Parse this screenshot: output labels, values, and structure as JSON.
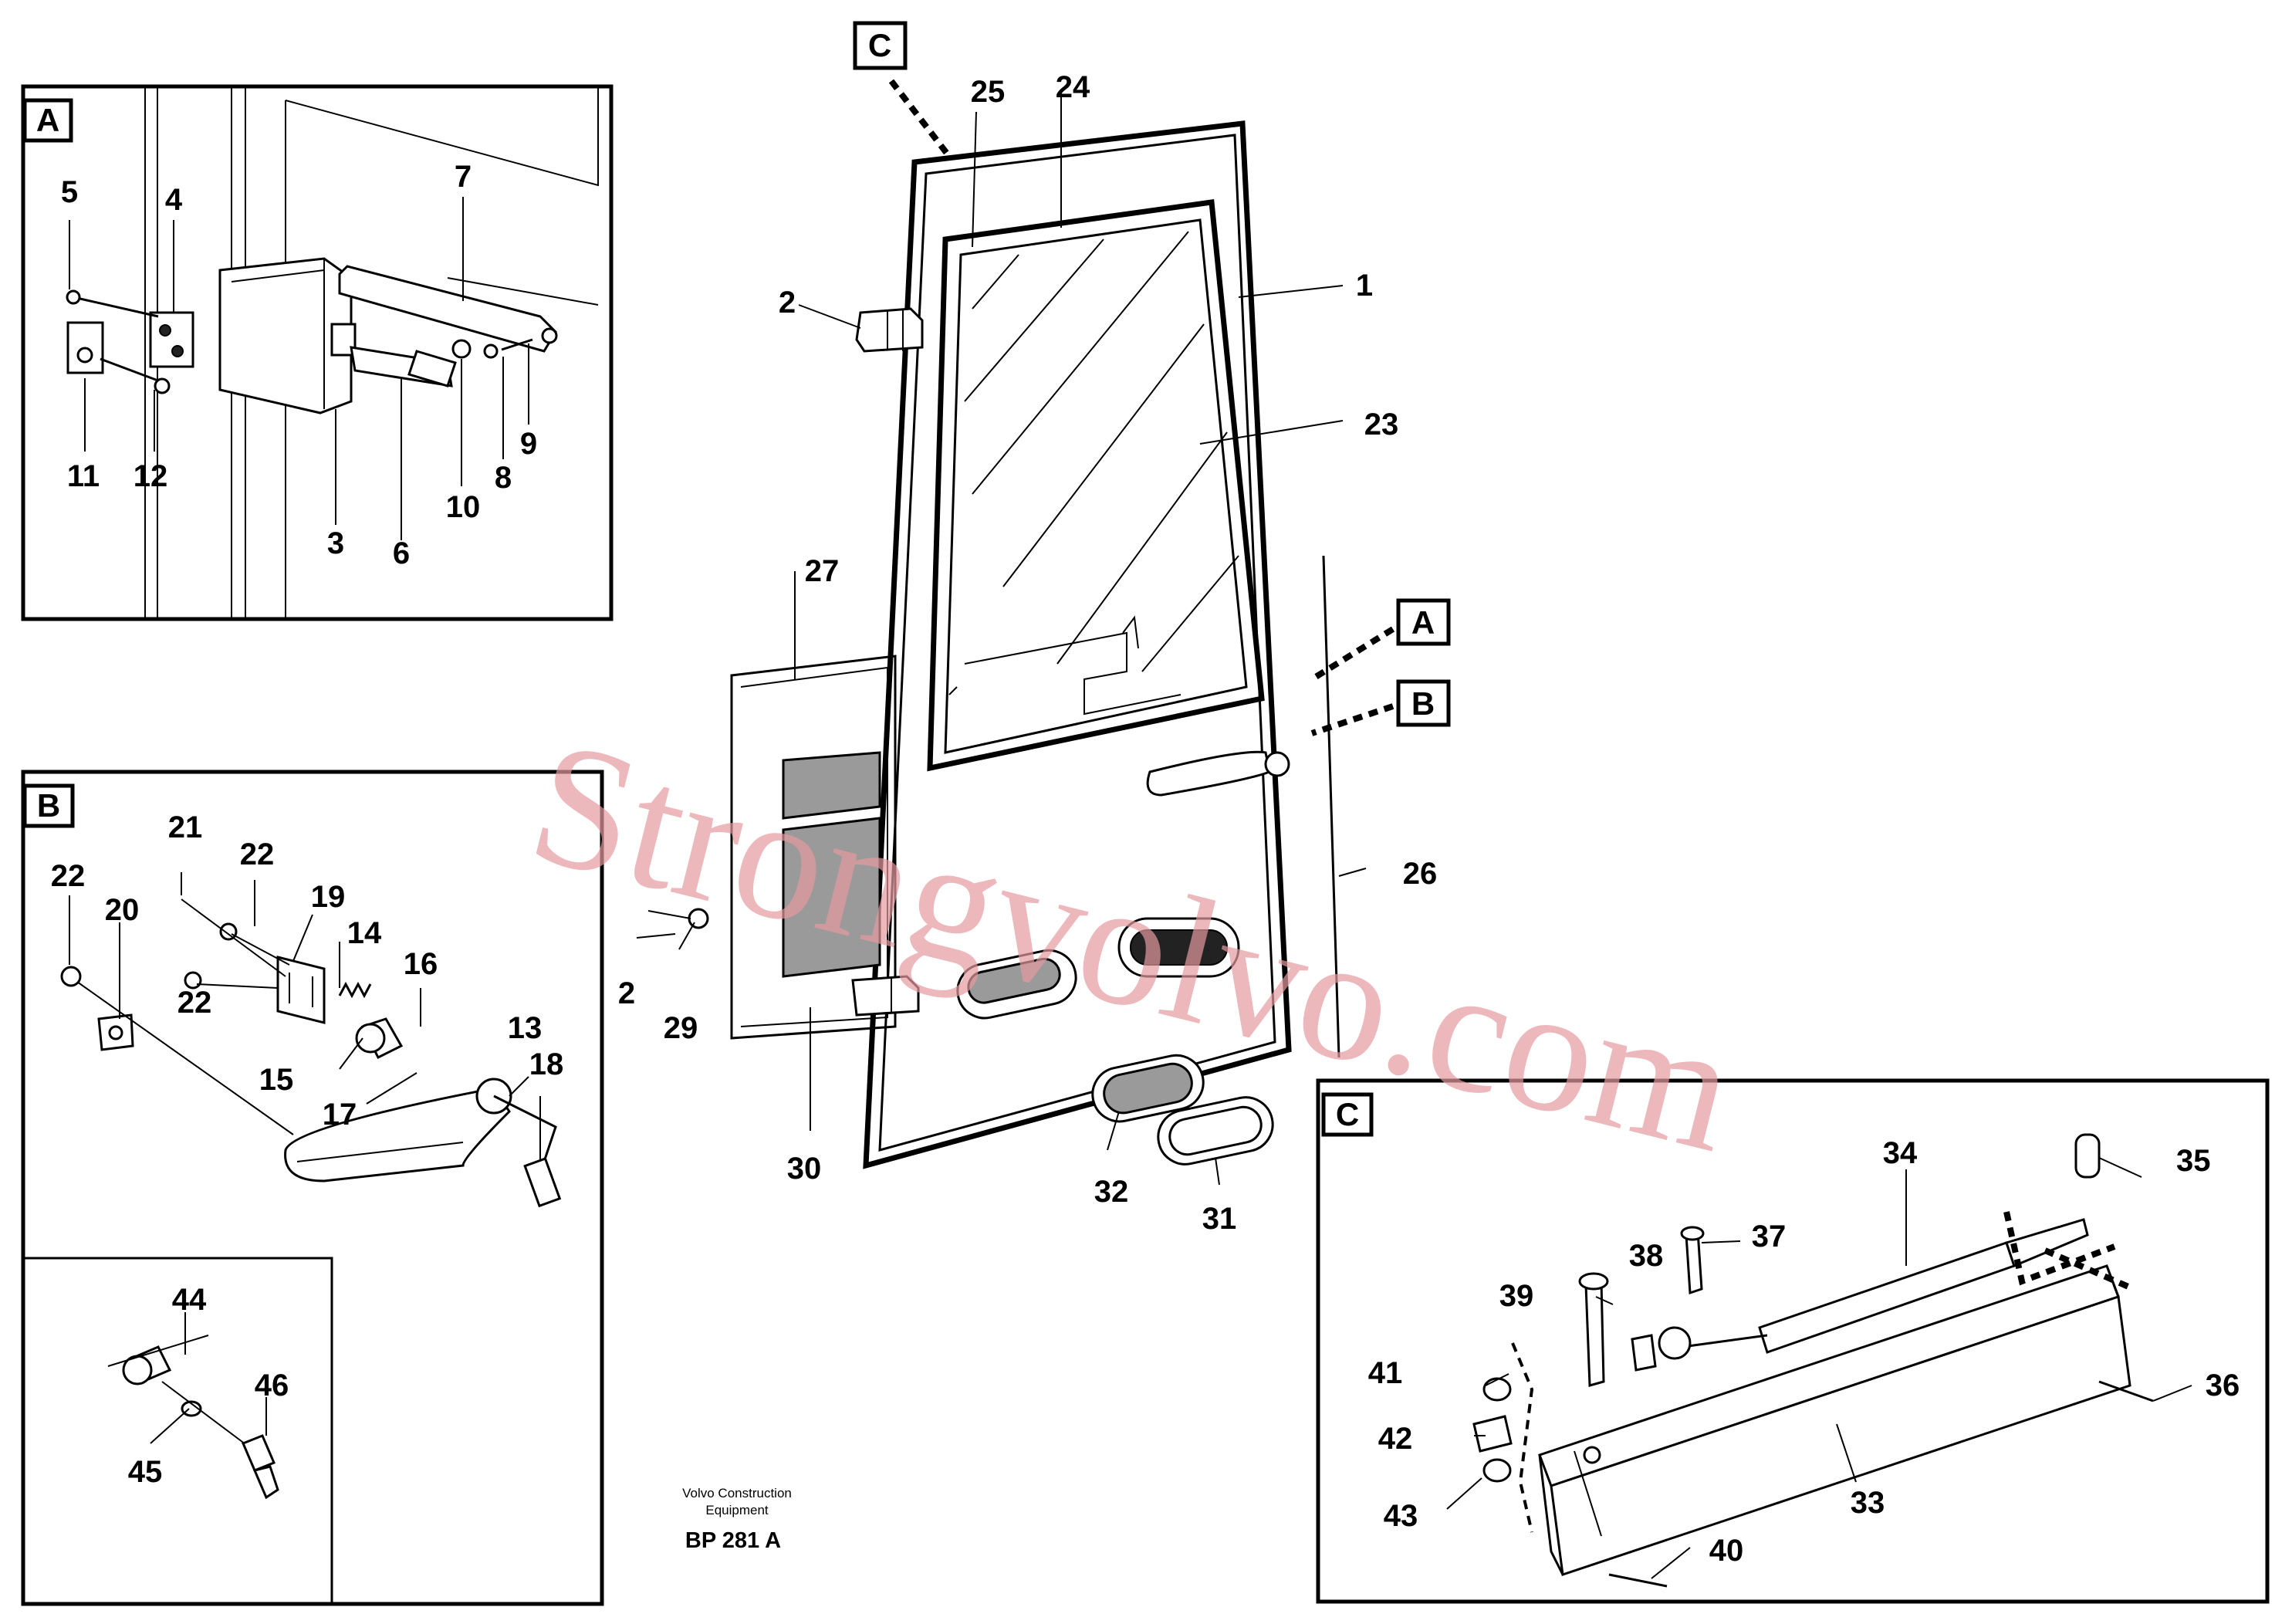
{
  "callouts": {
    "n1": "1",
    "n2": "2",
    "n3": "3",
    "n4": "4",
    "n5": "5",
    "n6": "6",
    "n7": "7",
    "n8": "8",
    "n9": "9",
    "n10": "10",
    "n11": "11",
    "n12": "12",
    "n13": "13",
    "n14": "14",
    "n15": "15",
    "n16": "16",
    "n17": "17",
    "n18": "18",
    "n19": "19",
    "n20": "20",
    "n21": "21",
    "n22": "22",
    "n23": "23",
    "n24": "24",
    "n25": "25",
    "n26": "26",
    "n27": "27",
    "n29": "29",
    "n30": "30",
    "n31": "31",
    "n32": "32",
    "n33": "33",
    "n34": "34",
    "n35": "35",
    "n36": "36",
    "n37": "37",
    "n38": "38",
    "n39": "39",
    "n40": "40",
    "n41": "41",
    "n42": "42",
    "n43": "43",
    "n44": "44",
    "n45": "45",
    "n46": "46"
  },
  "detail_views": {
    "a": "A",
    "b": "B",
    "c": "C"
  },
  "footer": {
    "company_line1": "Volvo Construction",
    "company_line2": "Equipment",
    "drawing_code": "BP 281 A"
  },
  "watermark": "Strongvolvo.com",
  "colors": {
    "ink": "#000000",
    "watermark": "#e59aa0",
    "paper": "#ffffff"
  }
}
